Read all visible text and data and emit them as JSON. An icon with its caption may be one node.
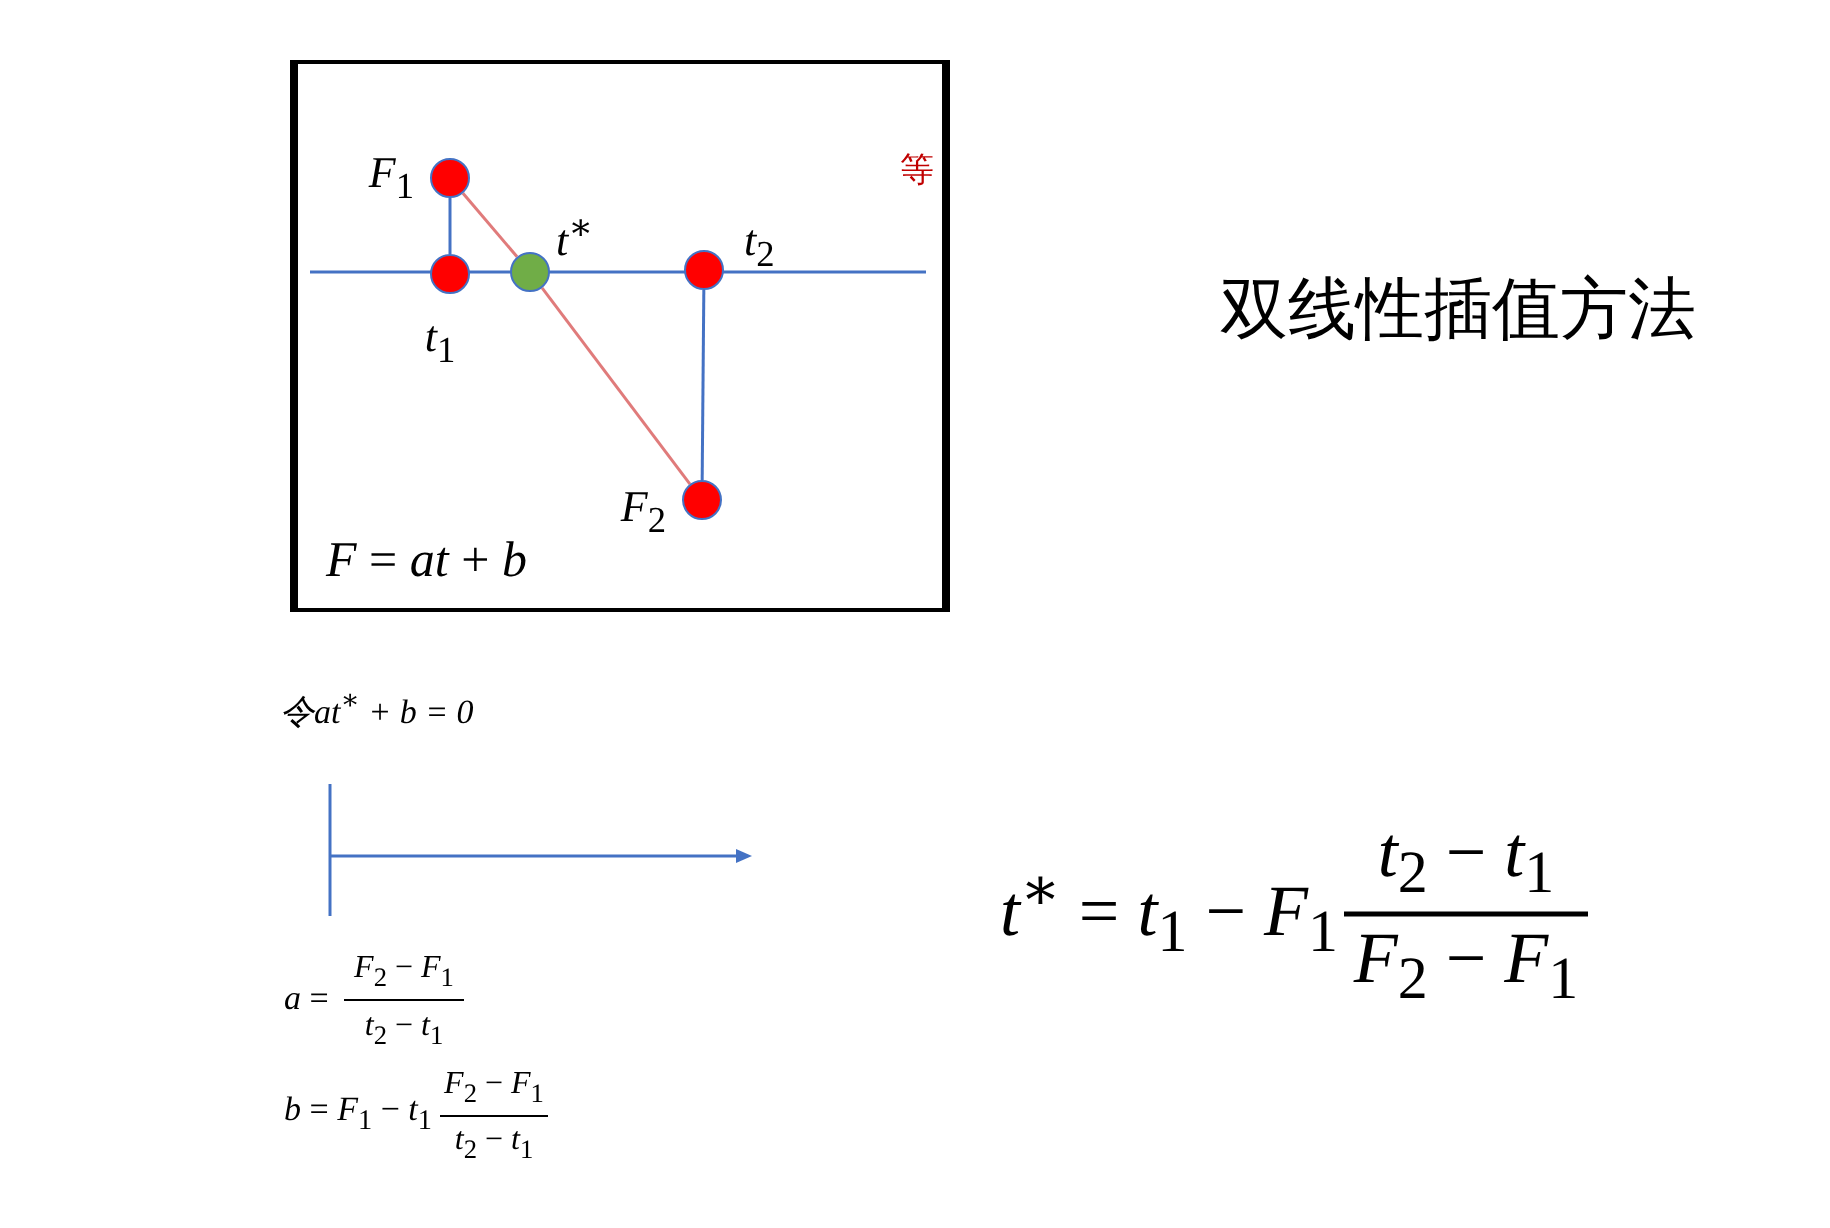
{
  "diagram": {
    "nodes": [
      {
        "text": [
          "*F* = *at* + *b*"
        ]
      },
      {
        "text": [
          "*F*$_{1}$"
        ],
        "in": 0
      },
      {
        "text": [
          "*t*$_{1}$"
        ],
        "in": 0
      },
      {
        "text": [
          "*t*$^{∗}$"
        ],
        "in": 0
      },
      {
        "text": [
          "*t*$_{2}$"
        ],
        "in": 0
      },
      {
        "text": [
          "*F*$_{2}$"
        ],
        "in": 0
      }
    ],
    "edges": [
      {
        "from": 1,
        "to": 2,
        "arrow": "none"
      },
      {
        "from": 4,
        "to": 5,
        "arrow": "none"
      },
      {
        "from": 1,
        "to": 3,
        "arrow": "none",
        "color": "#e07b7b"
      },
      {
        "from": 3,
        "to": 5,
        "arrow": "none",
        "color": "#e07b7b"
      }
    ],
    "labels": [
      "等",
      "双线性插值方法",
      "令at$^{∗}$ + b = 0",
      "*t*$^{∗}$ = *t*$_{1}$ − *F*$_{1}$",
      "*t*$_{2}$ − *t*$_{1}$",
      "*F*$_{2}$ − *F*$_{1}$",
      "*a* =",
      "*F*$_{2}$ − *F*$_{1}$",
      "*t*$_{2}$ − *t*$_{1}$",
      "*b* = *F*$_{1}$ − *t*$_{1}$",
      "*F*$_{2}$ − *F*$_{1}$",
      "*t*$_{2}$ − *t*$_{1}$"
    ]
  }
}
